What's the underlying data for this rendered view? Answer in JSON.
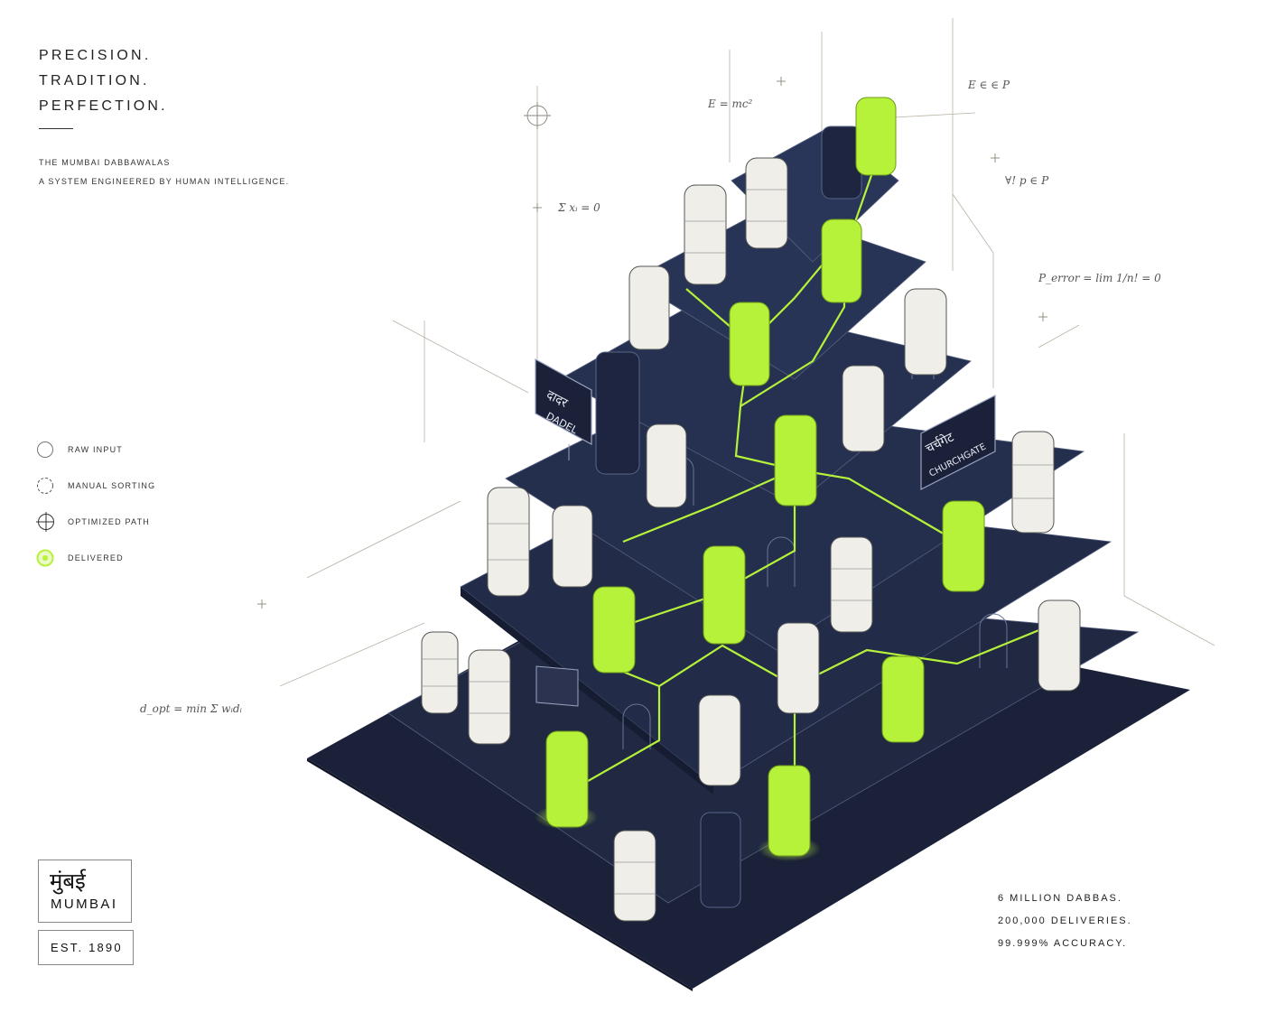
{
  "headline": [
    "PRECISION.",
    "TRADITION.",
    "PERFECTION."
  ],
  "subtitle": {
    "line1": "THE MUMBAI DABBAWALAS",
    "line2": "A SYSTEM ENGINEERED BY HUMAN INTELLIGENCE."
  },
  "legend": [
    {
      "label": "RAW INPUT",
      "icon": "raw-input-icon"
    },
    {
      "label": "MANUAL SORTING",
      "icon": "manual-sorting-icon"
    },
    {
      "label": "OPTIMIZED PATH",
      "icon": "optimized-path-icon"
    },
    {
      "label": "DELIVERED",
      "icon": "delivered-icon"
    }
  ],
  "stamp": {
    "devanagari": "मुंबई",
    "english": "MUMBAI",
    "established": "EST. 1890"
  },
  "stats": [
    "6 MILLION DABBAS.",
    "200,000 DELIVERIES.",
    "99.999% ACCURACY."
  ],
  "formulas": {
    "energy": "E = mc²",
    "set": "E ∈ ∈ P",
    "sum": "Σ xᵢ = 0",
    "forall": "∀! p ∈ P",
    "perror": "P_error = lim 1/n! = 0",
    "dopt": "d_opt = min Σ wᵢdᵢ"
  },
  "signs": {
    "dadar": "DADEL",
    "dadar_dev": "दादर",
    "churchgate": "CHURCHGATE",
    "churchgate_dev": "चर्चगेट"
  },
  "colors": {
    "accent": "#b6f23a",
    "navy": "#1b2138",
    "ink": "#222222"
  }
}
